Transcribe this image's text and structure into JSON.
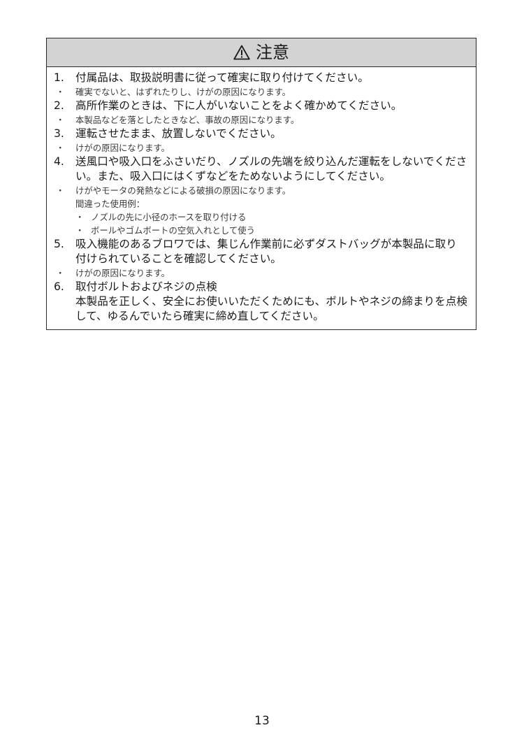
{
  "header": {
    "title": "注意",
    "icon": "warning-triangle-icon"
  },
  "items": [
    {
      "num": "1.",
      "text": "付属品は、取扱説明書に従って確実に取り付けてください。"
    },
    {
      "num": "2.",
      "text": "高所作業のときは、下に人がいないことをよく確かめてください。"
    },
    {
      "num": "3.",
      "text": "運転させたまま、放置しないでください。"
    },
    {
      "num": "4.",
      "text": "送風口や吸入口をふさいだり、ノズルの先端を絞り込んだ運転をしないでください。また、吸入口にはくずなどをためないようにしてください。"
    },
    {
      "num": "5.",
      "text": "吸入機能のあるブロワでは、集じん作業前に必ずダストバッグが本製品に取り付けられていることを確認してください。"
    },
    {
      "num": "6.",
      "text": "取付ボルトおよびネジの点検",
      "detail": "本製品を正しく、安全にお使いいただくためにも、ボルトやネジの締まりを点検して、ゆるんでいたら確実に締め直してください。"
    }
  ],
  "notes": {
    "n1": "確実でないと、はずれたりし、けがの原因になります。",
    "n2": "本製品などを落としたときなど、事故の原因になります。",
    "n3": "けがの原因になります。",
    "n4": "けがやモータの発熱などによる破損の原因になります。",
    "n4_example_heading": "間違った使用例：",
    "n4_examples": [
      "ノズルの先に小径のホースを取り付ける",
      "ボールやゴムボートの空気入れとして使う"
    ],
    "n5": "けがの原因になります。"
  },
  "bullet": "・",
  "page_number": "13"
}
